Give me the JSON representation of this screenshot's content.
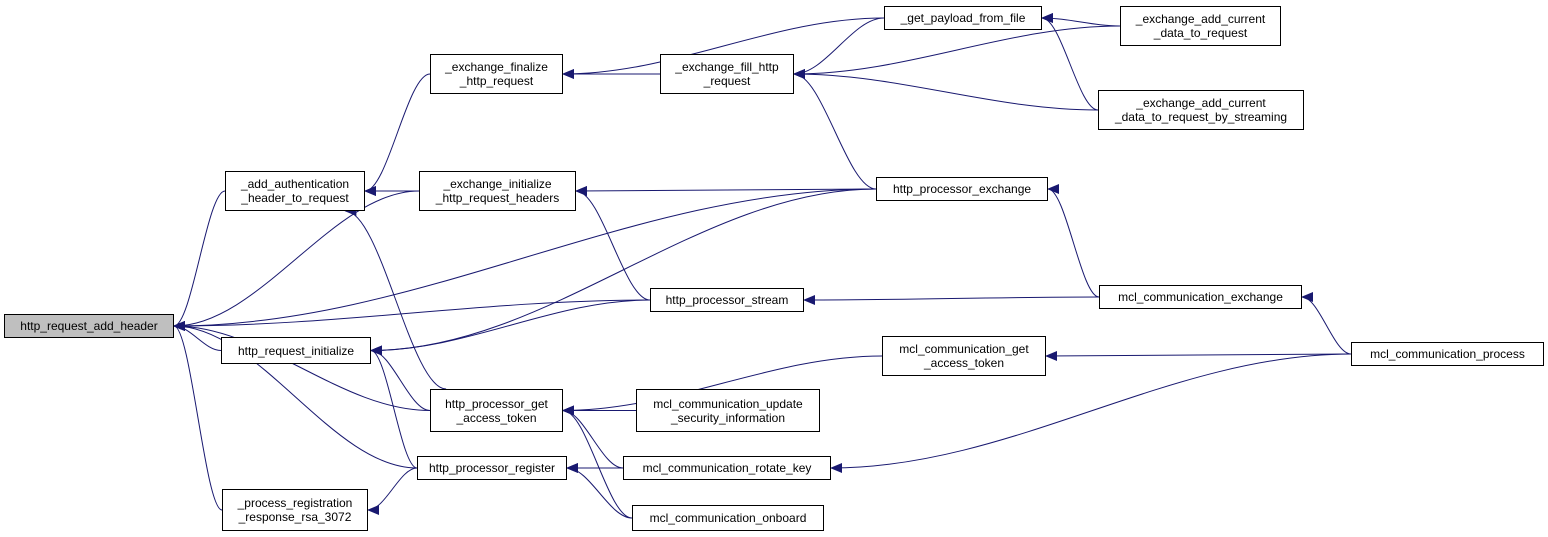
{
  "graph": {
    "nodes": [
      {
        "id": "root",
        "lines": [
          "http_request_add_header"
        ]
      },
      {
        "id": "add_auth",
        "lines": [
          "_add_authentication",
          "_header_to_request"
        ]
      },
      {
        "id": "req_init",
        "lines": [
          "http_request_initialize"
        ]
      },
      {
        "id": "proc_reg_rsa",
        "lines": [
          "_process_registration",
          "_response_rsa_3072"
        ]
      },
      {
        "id": "ex_finalize",
        "lines": [
          "_exchange_finalize",
          "_http_request"
        ]
      },
      {
        "id": "ex_init_headers",
        "lines": [
          "_exchange_initialize",
          "_http_request_headers"
        ]
      },
      {
        "id": "proc_get_token",
        "lines": [
          "http_processor_get",
          "_access_token"
        ]
      },
      {
        "id": "proc_register",
        "lines": [
          "http_processor_register"
        ]
      },
      {
        "id": "ex_fill",
        "lines": [
          "_exchange_fill_http",
          "_request"
        ]
      },
      {
        "id": "proc_stream",
        "lines": [
          "http_processor_stream"
        ]
      },
      {
        "id": "mcl_update_sec",
        "lines": [
          "mcl_communication_update",
          "_security_information"
        ]
      },
      {
        "id": "mcl_rotate",
        "lines": [
          "mcl_communication_rotate_key"
        ]
      },
      {
        "id": "mcl_onboard",
        "lines": [
          "mcl_communication_onboard"
        ]
      },
      {
        "id": "get_payload",
        "lines": [
          "_get_payload_from_file"
        ]
      },
      {
        "id": "proc_exchange",
        "lines": [
          "http_processor_exchange"
        ]
      },
      {
        "id": "mcl_get_token",
        "lines": [
          "mcl_communication_get",
          "_access_token"
        ]
      },
      {
        "id": "ex_add_current",
        "lines": [
          "_exchange_add_current",
          "_data_to_request"
        ]
      },
      {
        "id": "ex_add_stream",
        "lines": [
          "_exchange_add_current",
          "_data_to_request_by_streaming"
        ]
      },
      {
        "id": "mcl_exchange",
        "lines": [
          "mcl_communication_exchange"
        ]
      },
      {
        "id": "mcl_process",
        "lines": [
          "mcl_communication_process"
        ]
      }
    ],
    "edges": [
      [
        "add_auth",
        "root"
      ],
      [
        "ex_init_headers",
        "root"
      ],
      [
        "proc_exchange",
        "root"
      ],
      [
        "proc_stream",
        "root"
      ],
      [
        "req_init",
        "root"
      ],
      [
        "proc_get_token",
        "root"
      ],
      [
        "proc_register",
        "root"
      ],
      [
        "proc_reg_rsa",
        "root"
      ],
      [
        "ex_finalize",
        "add_auth"
      ],
      [
        "ex_init_headers",
        "add_auth"
      ],
      [
        "proc_get_token",
        "add_auth"
      ],
      [
        "proc_exchange",
        "req_init"
      ],
      [
        "proc_stream",
        "req_init"
      ],
      [
        "proc_get_token",
        "req_init"
      ],
      [
        "proc_register",
        "req_init"
      ],
      [
        "proc_register",
        "proc_reg_rsa"
      ],
      [
        "get_payload",
        "ex_finalize"
      ],
      [
        "ex_fill",
        "ex_finalize"
      ],
      [
        "proc_exchange",
        "ex_init_headers"
      ],
      [
        "proc_stream",
        "ex_init_headers"
      ],
      [
        "mcl_get_token",
        "proc_get_token"
      ],
      [
        "mcl_update_sec",
        "proc_get_token"
      ],
      [
        "mcl_rotate",
        "proc_get_token"
      ],
      [
        "mcl_onboard",
        "proc_get_token"
      ],
      [
        "mcl_rotate",
        "proc_register"
      ],
      [
        "mcl_onboard",
        "proc_register"
      ],
      [
        "get_payload",
        "ex_fill"
      ],
      [
        "ex_add_current",
        "ex_fill"
      ],
      [
        "ex_add_stream",
        "ex_fill"
      ],
      [
        "proc_exchange",
        "ex_fill"
      ],
      [
        "mcl_exchange",
        "proc_stream"
      ],
      [
        "ex_add_current",
        "get_payload"
      ],
      [
        "ex_add_stream",
        "get_payload"
      ],
      [
        "mcl_exchange",
        "proc_exchange"
      ],
      [
        "mcl_process",
        "mcl_get_token"
      ],
      [
        "mcl_process",
        "mcl_rotate"
      ],
      [
        "mcl_process",
        "mcl_exchange"
      ]
    ]
  }
}
